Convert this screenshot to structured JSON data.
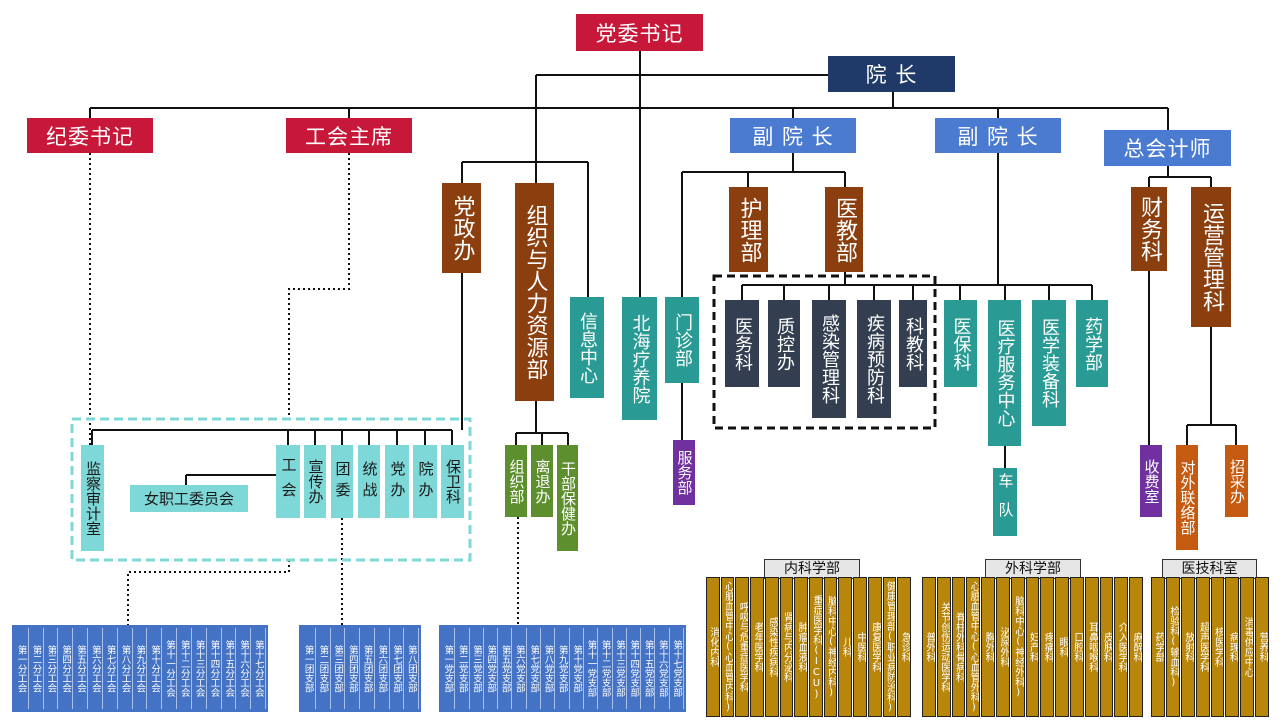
{
  "top": {
    "party_secretary": "党委书记",
    "president": "院 长",
    "discipline_secretary": "纪委书记",
    "union_chair": "工会主席",
    "vice_president_1": "副 院 长",
    "vice_president_2": "副 院 长",
    "chief_accountant": "总会计师"
  },
  "depts": {
    "party_office": "党政办",
    "org_hr": "组织与人力资源部",
    "info_center": "信息中心",
    "beihai": "北海疗养院",
    "outpatient": "门诊部",
    "service": "服务部",
    "nursing": "护理部",
    "medical_edu": "医教部",
    "medical_affairs": "医务科",
    "quality": "质控办",
    "infection": "感染管理科",
    "disease_prev": "疾病预防科",
    "science_edu": "科教科",
    "insurance": "医保科",
    "med_service_center": "医疗服务中心",
    "equipment": "医学装备科",
    "pharmacy": "药学部",
    "fleet": "车队",
    "finance": "财务科",
    "operations": "运营管理科",
    "cashier": "收费室",
    "external": "对外联络部",
    "procurement": "招采办"
  },
  "party_units": {
    "audit": "监察审计室",
    "women": "女职工委员会",
    "union": "工会",
    "publicity": "宣传办",
    "youth": "团委",
    "united_front": "统战",
    "party_affairs": "党办",
    "hospital_office": "院办",
    "security": "保卫科"
  },
  "org_units": {
    "organization": "组织部",
    "retirees": "离退办",
    "cadre_health": "干部保健办"
  },
  "union_branches": [
    "第一分工会",
    "第二分工会",
    "第三分工会",
    "第四分工会",
    "第五分工会",
    "第六分工会",
    "第七分工会",
    "第八分工会",
    "第九分工会",
    "第十分工会",
    "第十一分工会",
    "第十二分工会",
    "第十三分工会",
    "第十四分工会",
    "第十五分工会",
    "第十六分工会",
    "第十七分工会"
  ],
  "youth_branches": [
    "第一团支部",
    "第二团支部",
    "第三团支部",
    "第四团支部",
    "第五团支部",
    "第六团支部",
    "第七团支部",
    "第八团支部"
  ],
  "party_branches": [
    "第一党支部",
    "第二党支部",
    "第三党支部",
    "第四党支部",
    "第五党支部",
    "第六党支部",
    "第七党支部",
    "第八党支部",
    "第九党支部",
    "第十党支部",
    "第十一党支部",
    "第十二党支部",
    "第十三党支部",
    "第十四党支部",
    "第十五党支部",
    "第十六党支部",
    "第十七党支部"
  ],
  "internal_medicine": {
    "title": "内科学部",
    "items": [
      "消化内科",
      "心脏血管中心(心血管内科)",
      "呼吸与危重症医学科",
      "老年医学科",
      "感染性疾病科",
      "肾病与内分泌科",
      "肿瘤血液科",
      "重症医学科(ICU)",
      "脑科中心(神经内科)",
      "儿科",
      "中医科",
      "康复医学科",
      "健康管理部(职业病防治科)",
      "急诊科"
    ]
  },
  "surgery": {
    "title": "外科学部",
    "items": [
      "普外科",
      "关节创伤运动医学科",
      "脊柱外科骨病科",
      "心脏血管中心(心血管外科)",
      "胸外科",
      "泌尿外科",
      "脑科中心(神经外科)",
      "妇产科",
      "疼痛科",
      "眼科",
      "口腔科",
      "耳鼻咽喉科",
      "皮肤科",
      "介入医学科",
      "麻醉科"
    ]
  },
  "medtech": {
    "title": "医技科室",
    "items": [
      "药学部",
      "检验科(输血科)",
      "放射科",
      "超声医学科",
      "核医学科",
      "病理科",
      "消毒供应中心",
      "营养科"
    ]
  }
}
